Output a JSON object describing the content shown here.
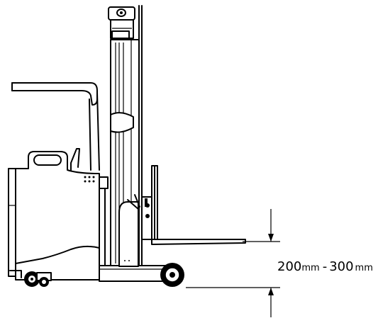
{
  "diagram": {
    "dimension": {
      "value_low": "200",
      "unit_low": "mm",
      "separator": "-",
      "value_high": "300",
      "unit_high": "mm"
    },
    "colors": {
      "line": "#000000",
      "background": "#ffffff"
    }
  }
}
